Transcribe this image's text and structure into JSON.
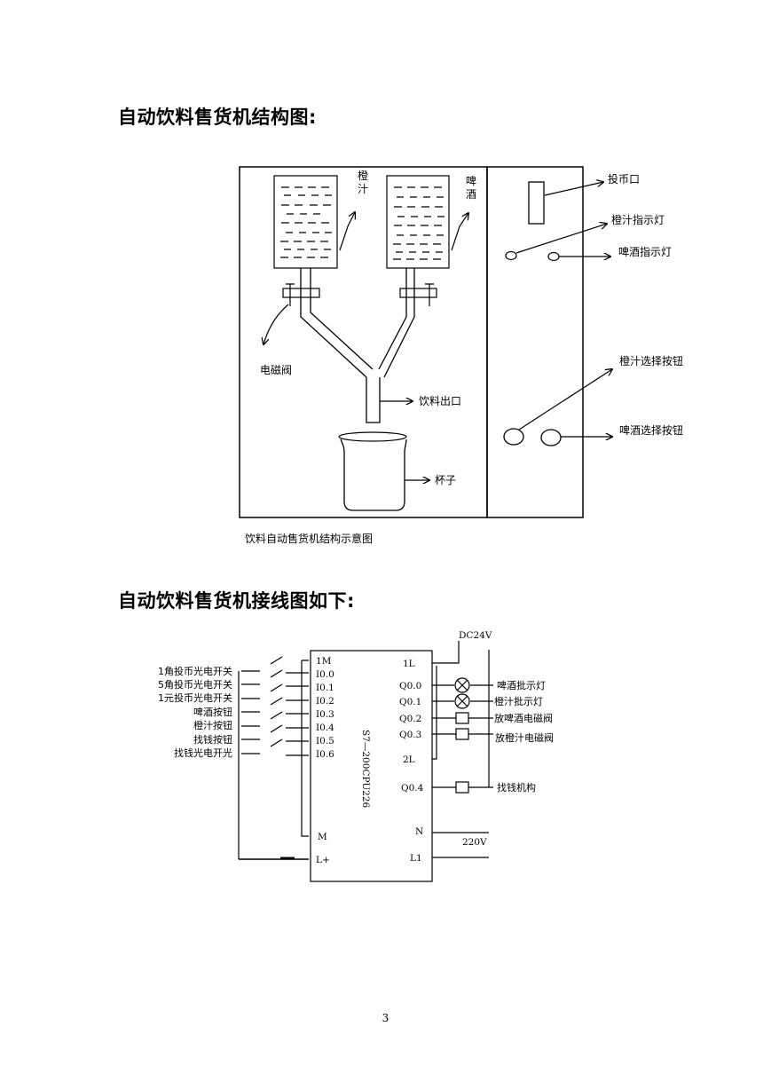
{
  "headings": {
    "structure": "自动饮料售货机结构图:",
    "wiring": "自动饮料售货机接线图如下:"
  },
  "structure": {
    "tank_orange": "橙\n汁",
    "tank_orange_chars": [
      "橙",
      "汁"
    ],
    "tank_beer_chars": [
      "啤",
      "酒"
    ],
    "coin_slot": "投币口",
    "orange_lamp": "橙汁指示灯",
    "beer_lamp": "啤酒指示灯",
    "valve": "电磁阀",
    "outlet": "饮料出口",
    "cup": "杯子",
    "orange_button": "橙汁选择按钮",
    "beer_button": "啤酒选择按钮",
    "caption": "饮料自动售货机结构示意图"
  },
  "wiring": {
    "inputs": [
      "1角投币光电开关",
      "5角投币光电开关",
      "1元投币光电开关",
      "啤酒按钮",
      "橙汁按钮",
      "找钱按钮",
      "找钱光电开光"
    ],
    "input_terms": [
      "1M",
      "I0.0",
      "I0.1",
      "I0.2",
      "I0.3",
      "I0.4",
      "I0.5",
      "I0.6",
      "M",
      "L+"
    ],
    "plc_model": "S7—200CPU226",
    "output_terms": [
      "1L",
      "Q0.0",
      "Q0.1",
      "Q0.2",
      "Q0.3",
      "2L",
      "Q0.4",
      "N",
      "L1"
    ],
    "outputs": [
      "啤酒批示灯",
      "橙汁批示灯",
      "放啤酒电磁阀",
      "放橙汁电磁阀",
      "找钱机构"
    ],
    "dc_supply": "DC24V",
    "ac_supply": "220V"
  },
  "page_number": "3"
}
